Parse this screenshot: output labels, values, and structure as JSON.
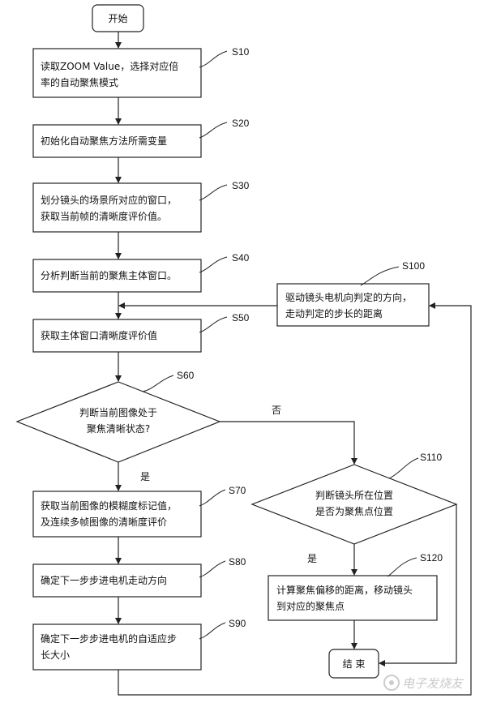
{
  "nodes": {
    "start": "开始",
    "s10_line1": "读取ZOOM Value，选择对应倍",
    "s10_line2": "率的自动聚焦模式",
    "s20": "初始化自动聚焦方法所需变量",
    "s30_line1": "划分镜头的场景所对应的窗口，",
    "s30_line2": "获取当前帧的清晰度评价值。",
    "s40": "分析判断当前的聚焦主体窗口。",
    "s50": "获取主体窗口清晰度评价值",
    "s60_line1": "判断当前图像处于",
    "s60_line2": "聚焦清晰状态?",
    "s70_line1": "获取当前图像的模糊度标记值，",
    "s70_line2": "及连续多帧图像的清晰度评价",
    "s80": "确定下一步步进电机走动方向",
    "s90_line1": "确定下一步步进电机的自适应步",
    "s90_line2": "长大小",
    "s100_line1": "驱动镜头电机向判定的方向，",
    "s100_line2": "走动判定的步长的距离",
    "s110_line1": "判断镜头所在位置",
    "s110_line2": "是否为聚焦点位置",
    "s120_line1": "计算聚焦偏移的距离，移动镜头",
    "s120_line2": "到对应的聚焦点",
    "end": "结 束"
  },
  "step_labels": {
    "s10": "S10",
    "s20": "S20",
    "s30": "S30",
    "s40": "S40",
    "s50": "S50",
    "s60": "S60",
    "s70": "S70",
    "s80": "S80",
    "s90": "S90",
    "s100": "S100",
    "s110": "S110",
    "s120": "S120"
  },
  "edge_labels": {
    "s60_no": "否",
    "s60_yes": "是",
    "s110_yes": "是"
  },
  "watermark": "电子发烧友"
}
